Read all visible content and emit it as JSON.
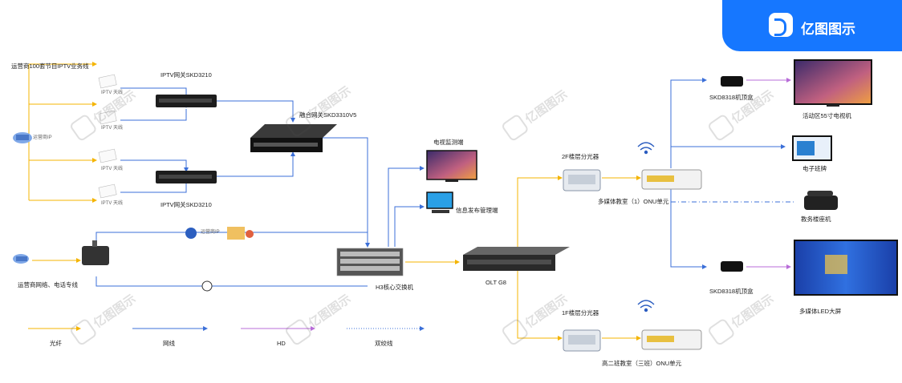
{
  "brand": {
    "name": "亿图图示",
    "icon": "edraw-logo-icon",
    "color": "#1677ff"
  },
  "watermark": "亿图图示",
  "colors": {
    "fiber": "#f4b400",
    "network": "#3b6fd8",
    "hd": "#b86cd8",
    "twisted_pair": "#3b6fd8"
  },
  "labels": {
    "iptv_line": "运营商100套节目IPTV业务线",
    "gw_top": "IPTV网关SKD3210",
    "gw_bottom": "IPTV网关SKD3210",
    "aggregator": "融合网关SKD3310V5",
    "tv_monitor": "电视监测端",
    "info_pub": "信息发布管理端",
    "isp_network": "运营商网络、电话专线",
    "core_switch": "H3核心交换机",
    "olt": "OLT G8",
    "splitter_2f": "2F楼层分光器",
    "splitter_1f": "1F楼层分光器",
    "onu_2f": "多媒体教室（1）ONU单元",
    "onu_1f": "高二班教室（三班）ONU单元",
    "stb_top": "SKD8318机顶盒",
    "stb_bottom": "SKD8318机顶盒",
    "tv_55": "活动区55寸电视机",
    "e_board": "电子班牌",
    "phone": "教务楼座机",
    "led_screen": "多媒体LED大屏",
    "router_small": "运营商IP",
    "router_top": "运营商IP",
    "iptv_tag": "IPTV",
    "iptv_sub": "IPTV 天线"
  },
  "legend": [
    {
      "label": "光纤",
      "type": "fiber"
    },
    {
      "label": "网线",
      "type": "network"
    },
    {
      "label": "HD",
      "type": "hd"
    },
    {
      "label": "双绞线",
      "type": "twisted_pair"
    }
  ]
}
